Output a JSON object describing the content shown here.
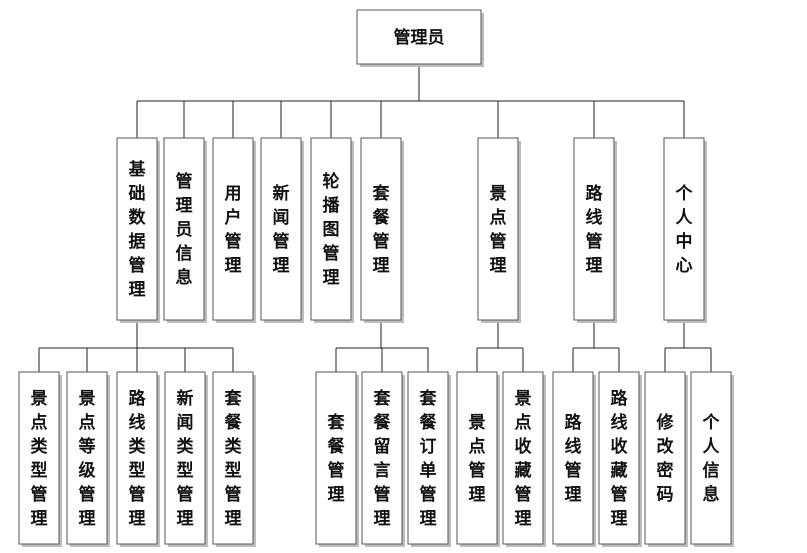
{
  "title": "",
  "root": {
    "label": "管理员"
  },
  "modules": [
    {
      "id": "basic",
      "label": "基础数据管理",
      "children": [
        "景点类型管理",
        "景点等级管理",
        "路线类型管理",
        "新闻类型管理",
        "套餐类型管理"
      ]
    },
    {
      "id": "admin-info",
      "label": "管理员信息",
      "children": []
    },
    {
      "id": "user",
      "label": "用户管理",
      "children": []
    },
    {
      "id": "news",
      "label": "新闻管理",
      "children": []
    },
    {
      "id": "carousel",
      "label": "轮播图管理",
      "children": []
    },
    {
      "id": "package",
      "label": "套餐管理",
      "children": [
        "套餐管理",
        "套餐留言管理",
        "套餐订单管理"
      ]
    },
    {
      "id": "scenic",
      "label": "景点管理",
      "children": [
        "景点管理",
        "景点收藏管理"
      ]
    },
    {
      "id": "route",
      "label": "路线管理",
      "children": [
        "路线管理",
        "路线收藏管理"
      ]
    },
    {
      "id": "personal",
      "label": "个人中心",
      "children": [
        "修改密码",
        "个人信息"
      ]
    }
  ]
}
